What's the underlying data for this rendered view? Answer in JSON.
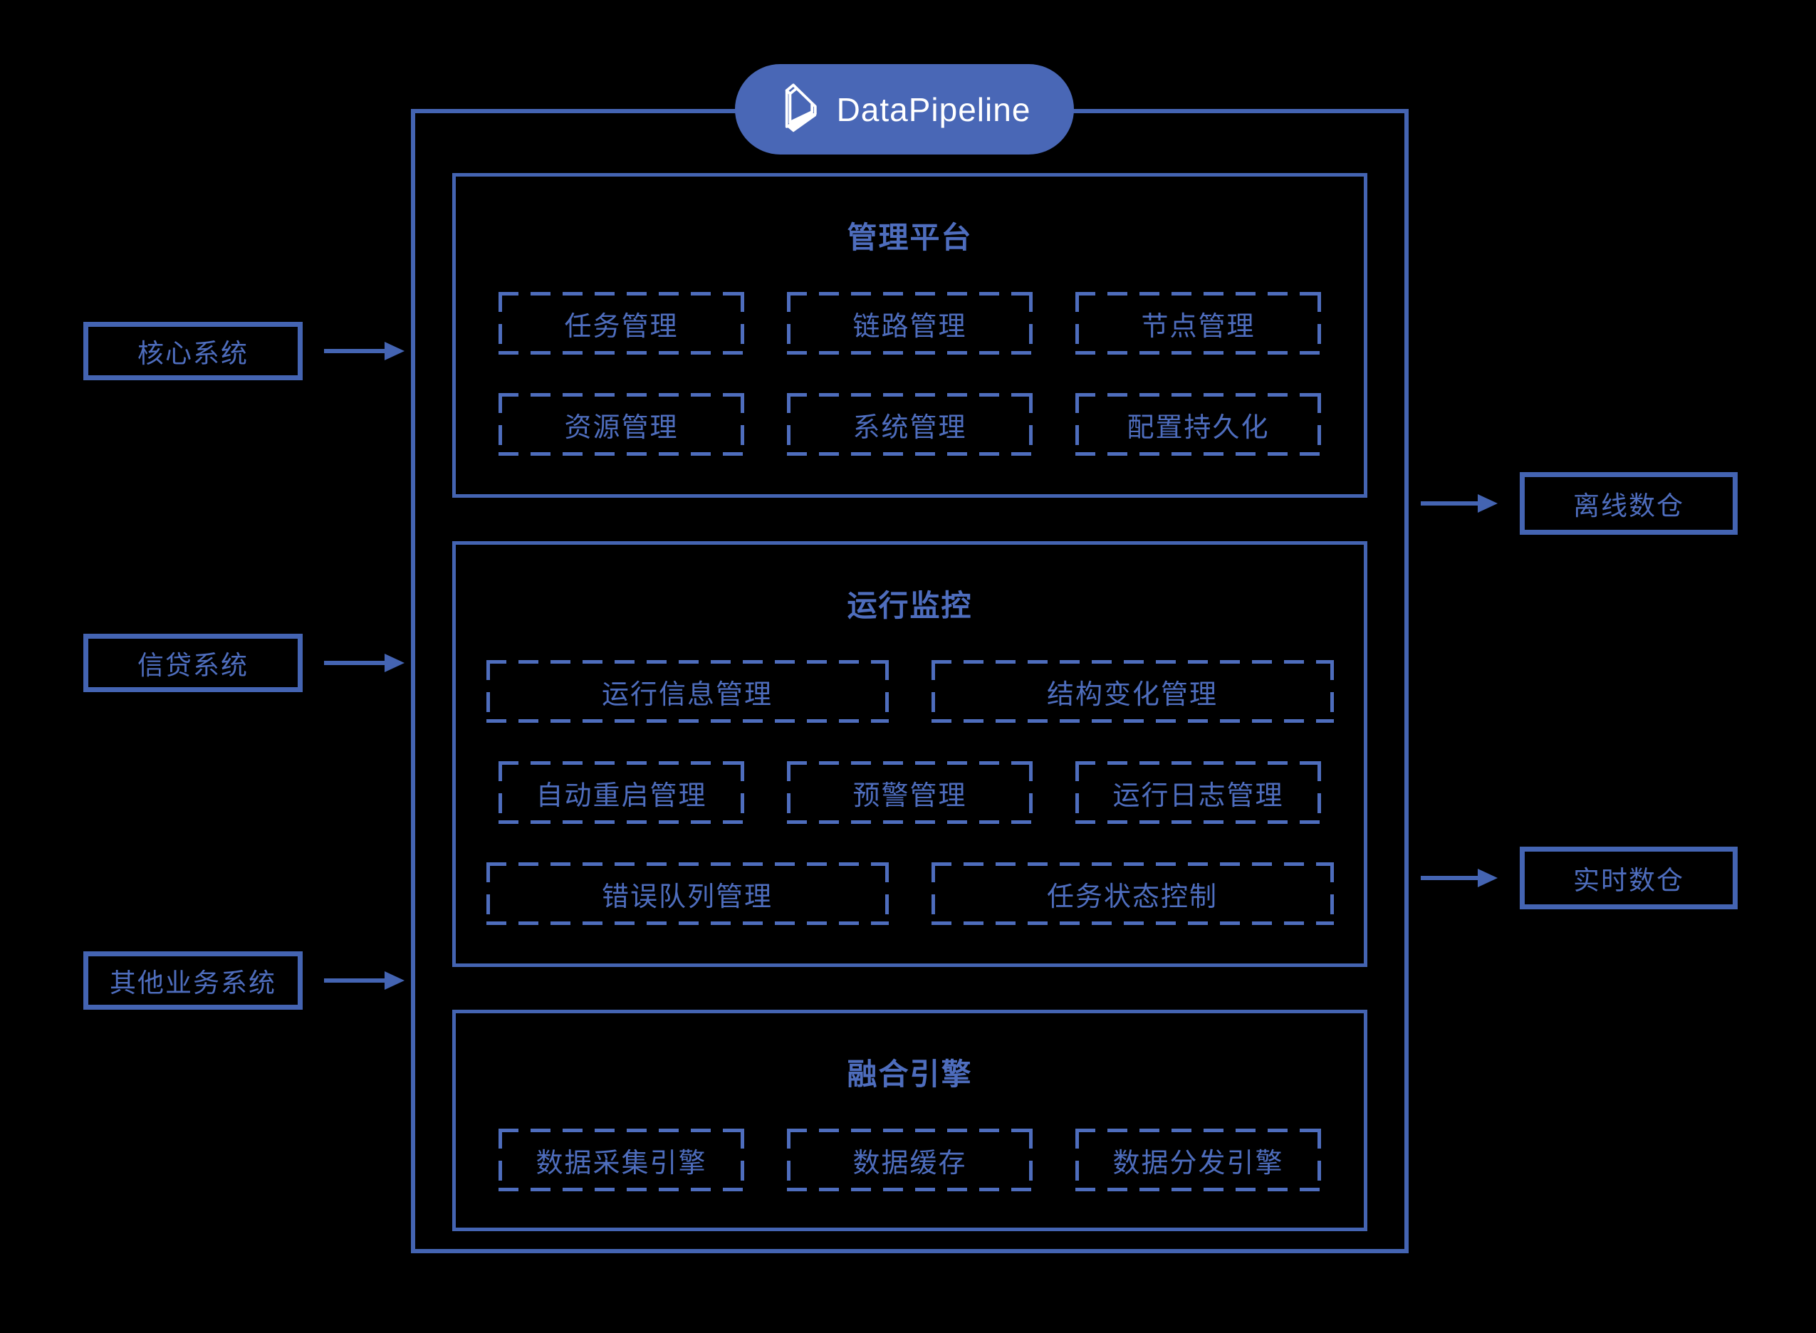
{
  "brand": {
    "name": "DataPipeline",
    "logo_icon": "datapipeline-3d-logo"
  },
  "colors": {
    "background": "#000000",
    "solid_line": "#4464b2",
    "dashed_line": "#4e6dbd",
    "text": "#4e6dbd",
    "pill_fill": "#4967b6",
    "pill_text": "#ffffff"
  },
  "sources": [
    {
      "label": "核心系统"
    },
    {
      "label": "信贷系统"
    },
    {
      "label": "其他业务系统"
    }
  ],
  "targets": [
    {
      "label": "离线数仓"
    },
    {
      "label": "实时数仓"
    }
  ],
  "platform": {
    "sections": [
      {
        "title": "管理平台",
        "rows": [
          [
            "任务管理",
            "链路管理",
            "节点管理"
          ],
          [
            "资源管理",
            "系统管理",
            "配置持久化"
          ]
        ]
      },
      {
        "title": "运行监控",
        "rows": [
          [
            "运行信息管理",
            "结构变化管理"
          ],
          [
            "自动重启管理",
            "预警管理",
            "运行日志管理"
          ],
          [
            "错误队列管理",
            "任务状态控制"
          ]
        ]
      },
      {
        "title": "融合引擎",
        "rows": [
          [
            "数据采集引擎",
            "数据缓存",
            "数据分发引擎"
          ]
        ]
      }
    ]
  }
}
